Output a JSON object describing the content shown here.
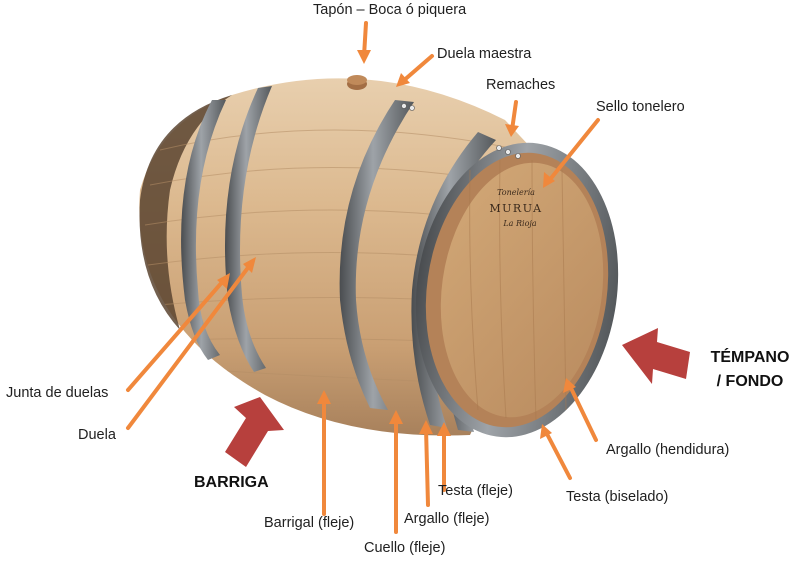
{
  "labels": {
    "tapon": "Tapón – Boca ó piquera",
    "duela_maestra": "Duela maestra",
    "remaches": "Remaches",
    "sello_tonelero": "Sello tonelero",
    "tempano_1": "TÉMPANO",
    "tempano_2": "/ FONDO",
    "argallo_hendidura": "Argallo  (hendidura)",
    "testa_biselado": "Testa  (biselado)",
    "testa_fleje": "Testa (fleje)",
    "argallo_fleje": "Argallo (fleje)",
    "cuello_fleje": "Cuello (fleje)",
    "barrigal_fleje": "Barrigal (fleje)",
    "barriga": "BARRIGA",
    "duela": "Duela",
    "junta_duelas": "Junta de duelas"
  },
  "stamp": {
    "line1": "Tonelería",
    "line2": "MURUA",
    "line3": "La Rioja"
  },
  "colors": {
    "arrow_orange": "#f0883c",
    "arrow_red": "#b7403d",
    "wood": "#d8b58c",
    "hoop": "#74787c"
  }
}
